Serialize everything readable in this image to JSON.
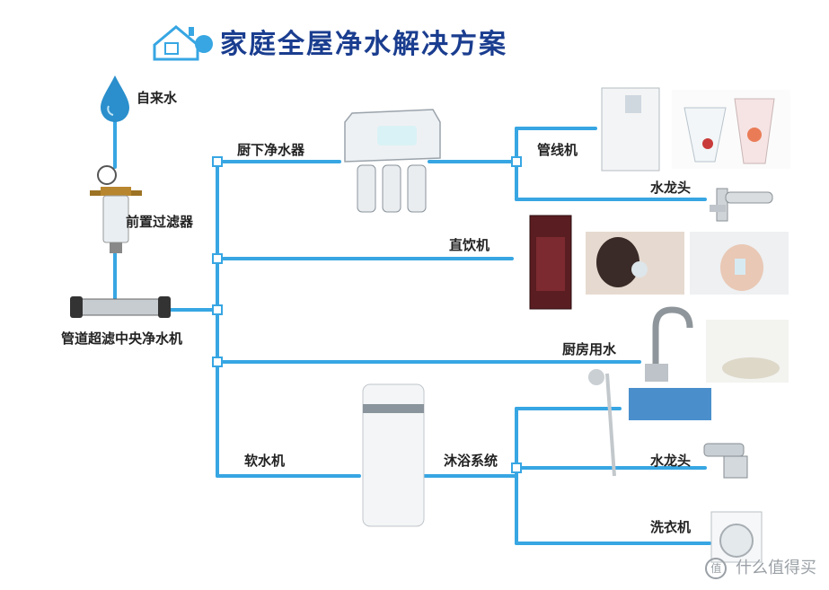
{
  "title": "家庭全屋净水解决方案",
  "colors": {
    "pipe": "#37a6e3",
    "pipe_dark": "#2a8fcc",
    "title": "#1a3d8f"
  },
  "nodes": {
    "tap_water": "自来水",
    "pre_filter": "前置过滤器",
    "central_purifier": "管道超滤中央净水机",
    "under_sink": "厨下净水器",
    "pipeline_machine": "管线机",
    "faucet_kitchen": "水龙头",
    "direct_drink": "直饮机",
    "kitchen_water": "厨房用水",
    "softener": "软水机",
    "bath_system": "沐浴系统",
    "faucet_bath": "水龙头",
    "washer": "洗衣机"
  },
  "watermark": {
    "logo": "值",
    "text": "什么值得买"
  }
}
